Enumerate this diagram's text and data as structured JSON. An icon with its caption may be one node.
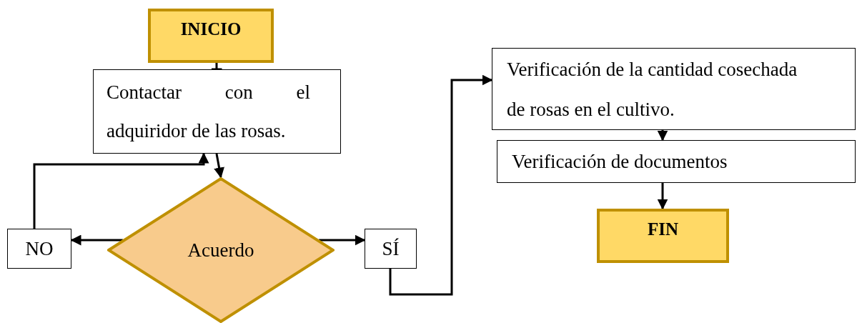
{
  "diagram": {
    "nodes": [
      {
        "text": [
          "INICIO"
        ]
      },
      {
        "text": [
          "Contactar con el adquiridor de las rosas."
        ]
      },
      {
        "text": [
          "Acuerdo"
        ]
      },
      {
        "text": [
          "NO"
        ]
      },
      {
        "text": [
          "SÍ"
        ]
      },
      {
        "text": [
          "Verificación de la cantidad cosechada de rosas en el cultivo."
        ]
      },
      {
        "text": [
          "Verificación de documentos"
        ]
      },
      {
        "text": [
          "FIN"
        ]
      }
    ],
    "edges": [
      {
        "from": 0,
        "to": 1,
        "arrow": "other"
      },
      {
        "from": 1,
        "to": 2,
        "arrow": "to"
      },
      {
        "from": 2,
        "to": 3,
        "arrow": "to"
      },
      {
        "from": 2,
        "to": 4,
        "arrow": "to"
      },
      {
        "from": 3,
        "to": 1,
        "arrow": "to"
      },
      {
        "from": 4,
        "to": 5,
        "arrow": "to"
      },
      {
        "from": 5,
        "to": 6,
        "arrow": "to"
      },
      {
        "from": 6,
        "to": 7,
        "arrow": "to"
      }
    ]
  }
}
